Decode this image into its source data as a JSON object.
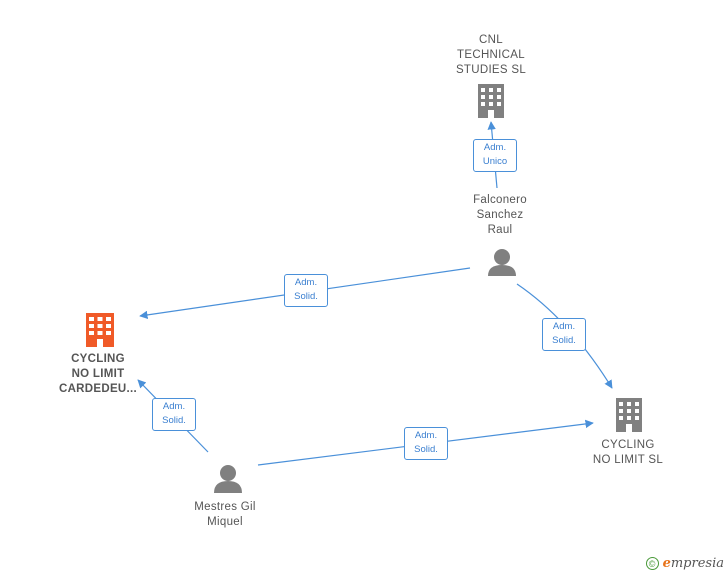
{
  "nodes": {
    "cnl": {
      "label": "CNL\nTECHNICAL\nSTUDIES  SL",
      "type": "company"
    },
    "falconero": {
      "label": "Falconero\nSanchez\nRaul",
      "type": "person"
    },
    "cycling_cardedeu": {
      "label": "CYCLING\nNO LIMIT\nCARDEDEU...",
      "type": "company-highlight"
    },
    "cycling_sl": {
      "label": "CYCLING\nNO LIMIT  SL",
      "type": "company"
    },
    "mestres": {
      "label": "Mestres Gil\nMiquel",
      "type": "person"
    }
  },
  "edges": {
    "falconero_cnl": "Adm.\nUnico",
    "falconero_cardedeu": "Adm.\nSolid.",
    "falconero_cyclingsl": "Adm.\nSolid.",
    "mestres_cardedeu": "Adm.\nSolid.",
    "mestres_cyclingsl": "Adm.\nSolid."
  },
  "footer": {
    "copyright": "©",
    "brand_first": "e",
    "brand_rest": "mpresia"
  },
  "colors": {
    "edge": "#4a90d9",
    "company": "#808080",
    "highlight": "#f05a28",
    "person": "#808080"
  }
}
